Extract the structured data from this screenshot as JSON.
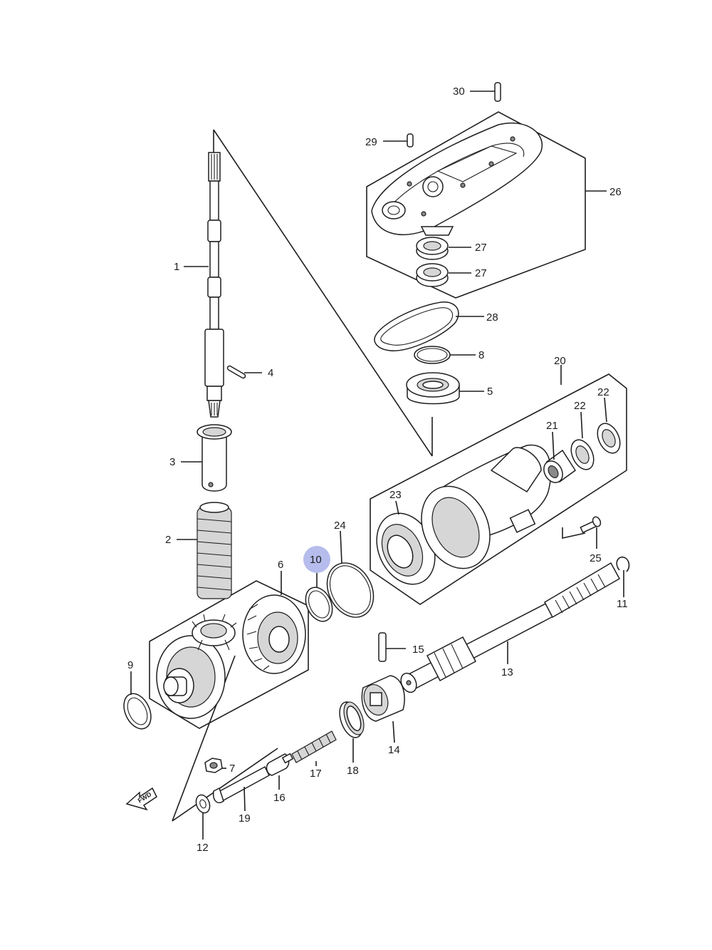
{
  "highlight_color": "#9ea6e6",
  "callouts": {
    "p1": "1",
    "p2": "2",
    "p3": "3",
    "p4": "4",
    "p5": "5",
    "p6": "6",
    "p7": "7",
    "p8": "8",
    "p9": "9",
    "p10": "10",
    "p11": "11",
    "p12": "12",
    "p13": "13",
    "p14": "14",
    "p15": "15",
    "p16": "16",
    "p17": "17",
    "p18": "18",
    "p19": "19",
    "p20": "20",
    "p21": "21",
    "p22a": "22",
    "p22b": "22",
    "p23": "23",
    "p24": "24",
    "p25": "25",
    "p26": "26",
    "p27a": "27",
    "p27b": "27",
    "p28": "28",
    "p29": "29",
    "p30": "30"
  },
  "highlighted_callout": "10",
  "fwd_label": "FWD"
}
